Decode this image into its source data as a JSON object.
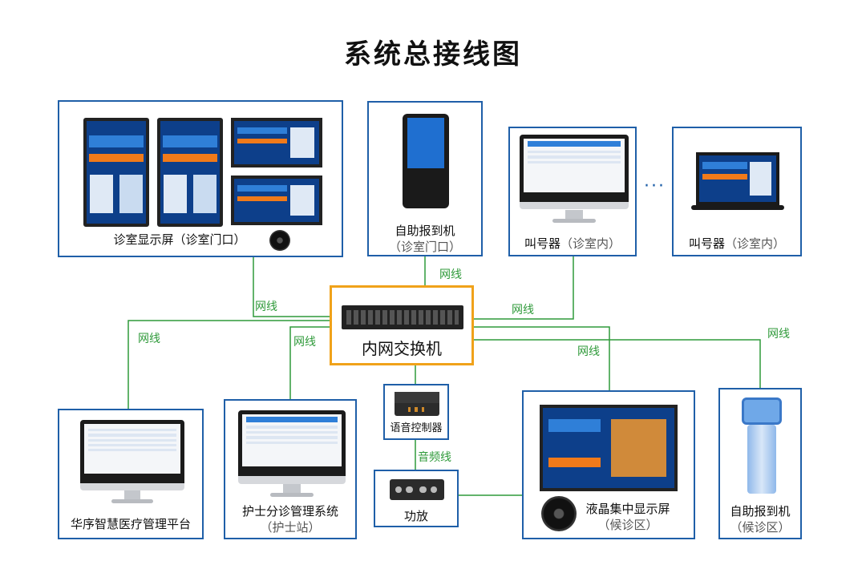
{
  "title": "系统总接线图",
  "nodes": {
    "room_display": {
      "label": "诊室显示屏（诊室门口）"
    },
    "kiosk_room": {
      "label": "自助报到机",
      "sub": "（诊室门口）"
    },
    "caller_monitor": {
      "label_main": "叫号器",
      "label_sub": "（诊室内）"
    },
    "caller_tablet": {
      "label_main": "叫号器",
      "label_sub": "（诊室内）"
    },
    "switch": {
      "label": "内网交换机"
    },
    "platform": {
      "label": "华序智慧医疗管理平台"
    },
    "nurse": {
      "label": "护士分诊管理系统",
      "sub": "（护士站）"
    },
    "voice": {
      "label": "语音控制器"
    },
    "amp": {
      "label": "功放"
    },
    "lcd": {
      "label": "液晶集中显示屏",
      "sub": "（候诊区）"
    },
    "kiosk_wait": {
      "label": "自助报到机",
      "sub": "（候诊区）"
    }
  },
  "wire_labels": {
    "net": "网线",
    "audio": "音频线"
  },
  "ellipsis": "···",
  "colors": {
    "box_border": "#1f5fa8",
    "switch_border": "#f0a21a",
    "wire": "#2f9a3a"
  }
}
